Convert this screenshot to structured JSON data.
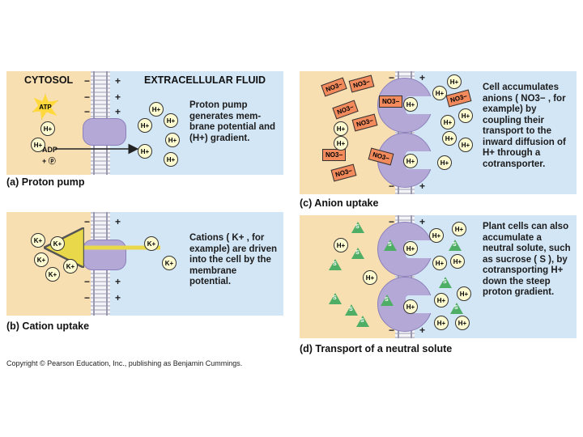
{
  "panel_a": {
    "cytosol_label": "CYTOSOL",
    "extracellular_label": "EXTRACELLULAR FLUID",
    "atp": "ATP",
    "adp": "ADP",
    "pi": "+ ⓟ",
    "description": "Proton pump generates mem- brane potential and (H+) gradient.",
    "caption": "(a) Proton pump"
  },
  "panel_b": {
    "description": "Cations ( K+ , for example) are driven into the cell by the membrane potential.",
    "caption": "(b) Cation uptake"
  },
  "panel_c": {
    "description": "Cell accumulates anions ( NO3− , for example) by coupling their transport to the inward diffusion of H+ through a cotransporter.",
    "caption": "(c) Anion uptake"
  },
  "panel_d": {
    "description": "Plant cells can also accumulate a neutral solute, such as sucrose ( S ), by cotransporting H+ down the steep proton gradient.",
    "caption": "(d) Transport of a neutral solute"
  },
  "ions": {
    "h": "H+",
    "k": "K+",
    "no3": "NO3−",
    "s": "S"
  },
  "signs": {
    "plus": "+",
    "minus": "−"
  },
  "copyright": "Copyright © Pearson Education, Inc., publishing as Benjamin Cummings.",
  "colors": {
    "cytosol": "#f7dfb2",
    "extracellular": "#d3e6f6",
    "protein": "#b3a8d6",
    "anion": "#f28a5c",
    "solute": "#4fae66",
    "ion": "#fffbd0"
  }
}
